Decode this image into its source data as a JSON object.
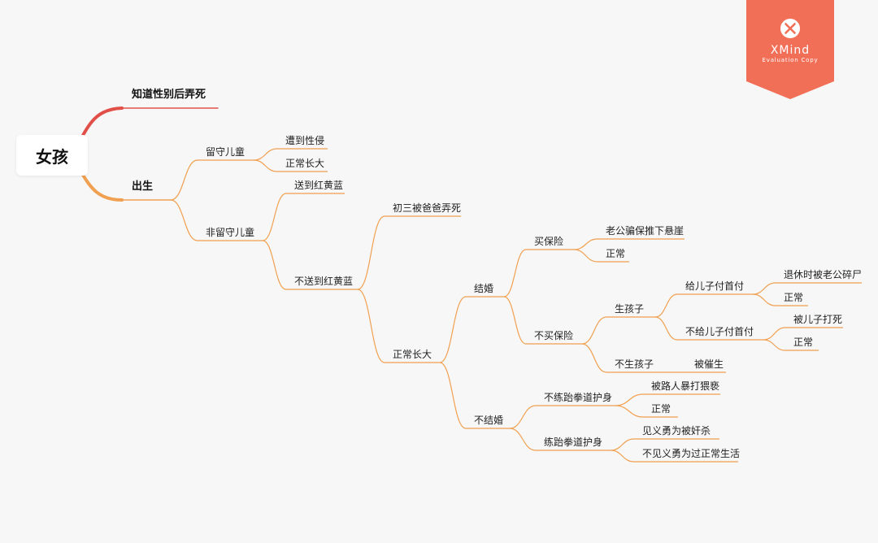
{
  "colors": {
    "orange": "#f0a050",
    "red": "#e05048",
    "badge": "#f26f57",
    "background": "#f7f7f7"
  },
  "watermark": {
    "brand": "XMind",
    "sub": "Evaluation Copy",
    "icon": "xmind-logo-icon"
  },
  "root": {
    "label": "女孩"
  },
  "branch_top": {
    "label": "知道性别后弄死"
  },
  "branch_birth": {
    "label": "出生"
  },
  "left_behind": {
    "label": "留守儿童",
    "child_1": "遭到性侵",
    "child_2": "正常长大"
  },
  "not_left_behind": {
    "label": "非留守儿童",
    "child_1": "送到红黄蓝",
    "child_2": "不送到红黄蓝"
  },
  "not_sent": {
    "child_1": "初三被爸爸弄死",
    "child_2": "正常长大"
  },
  "grown": {
    "married": "结婚",
    "unmarried": "不结婚"
  },
  "insured": {
    "label": "买保险",
    "child_1": "老公骗保推下悬崖",
    "child_2": "正常"
  },
  "uninsured": {
    "label": "不买保险",
    "has_child": "生孩子",
    "no_child": "不生孩子",
    "no_child_result": "被催生"
  },
  "pay_down": {
    "label": "给儿子付首付",
    "child_1": "退休时被老公碎尸",
    "child_2": "正常"
  },
  "no_pay_down": {
    "label": "不给儿子付首付",
    "child_1": "被儿子打死",
    "child_2": "正常"
  },
  "no_tkd": {
    "label": "不练跆拳道护身",
    "child_1": "被路人暴打猥亵",
    "child_2": "正常"
  },
  "tkd": {
    "label": "练跆拳道护身",
    "child_1": "见义勇为被奸杀",
    "child_2": "不见义勇为过正常生活"
  }
}
